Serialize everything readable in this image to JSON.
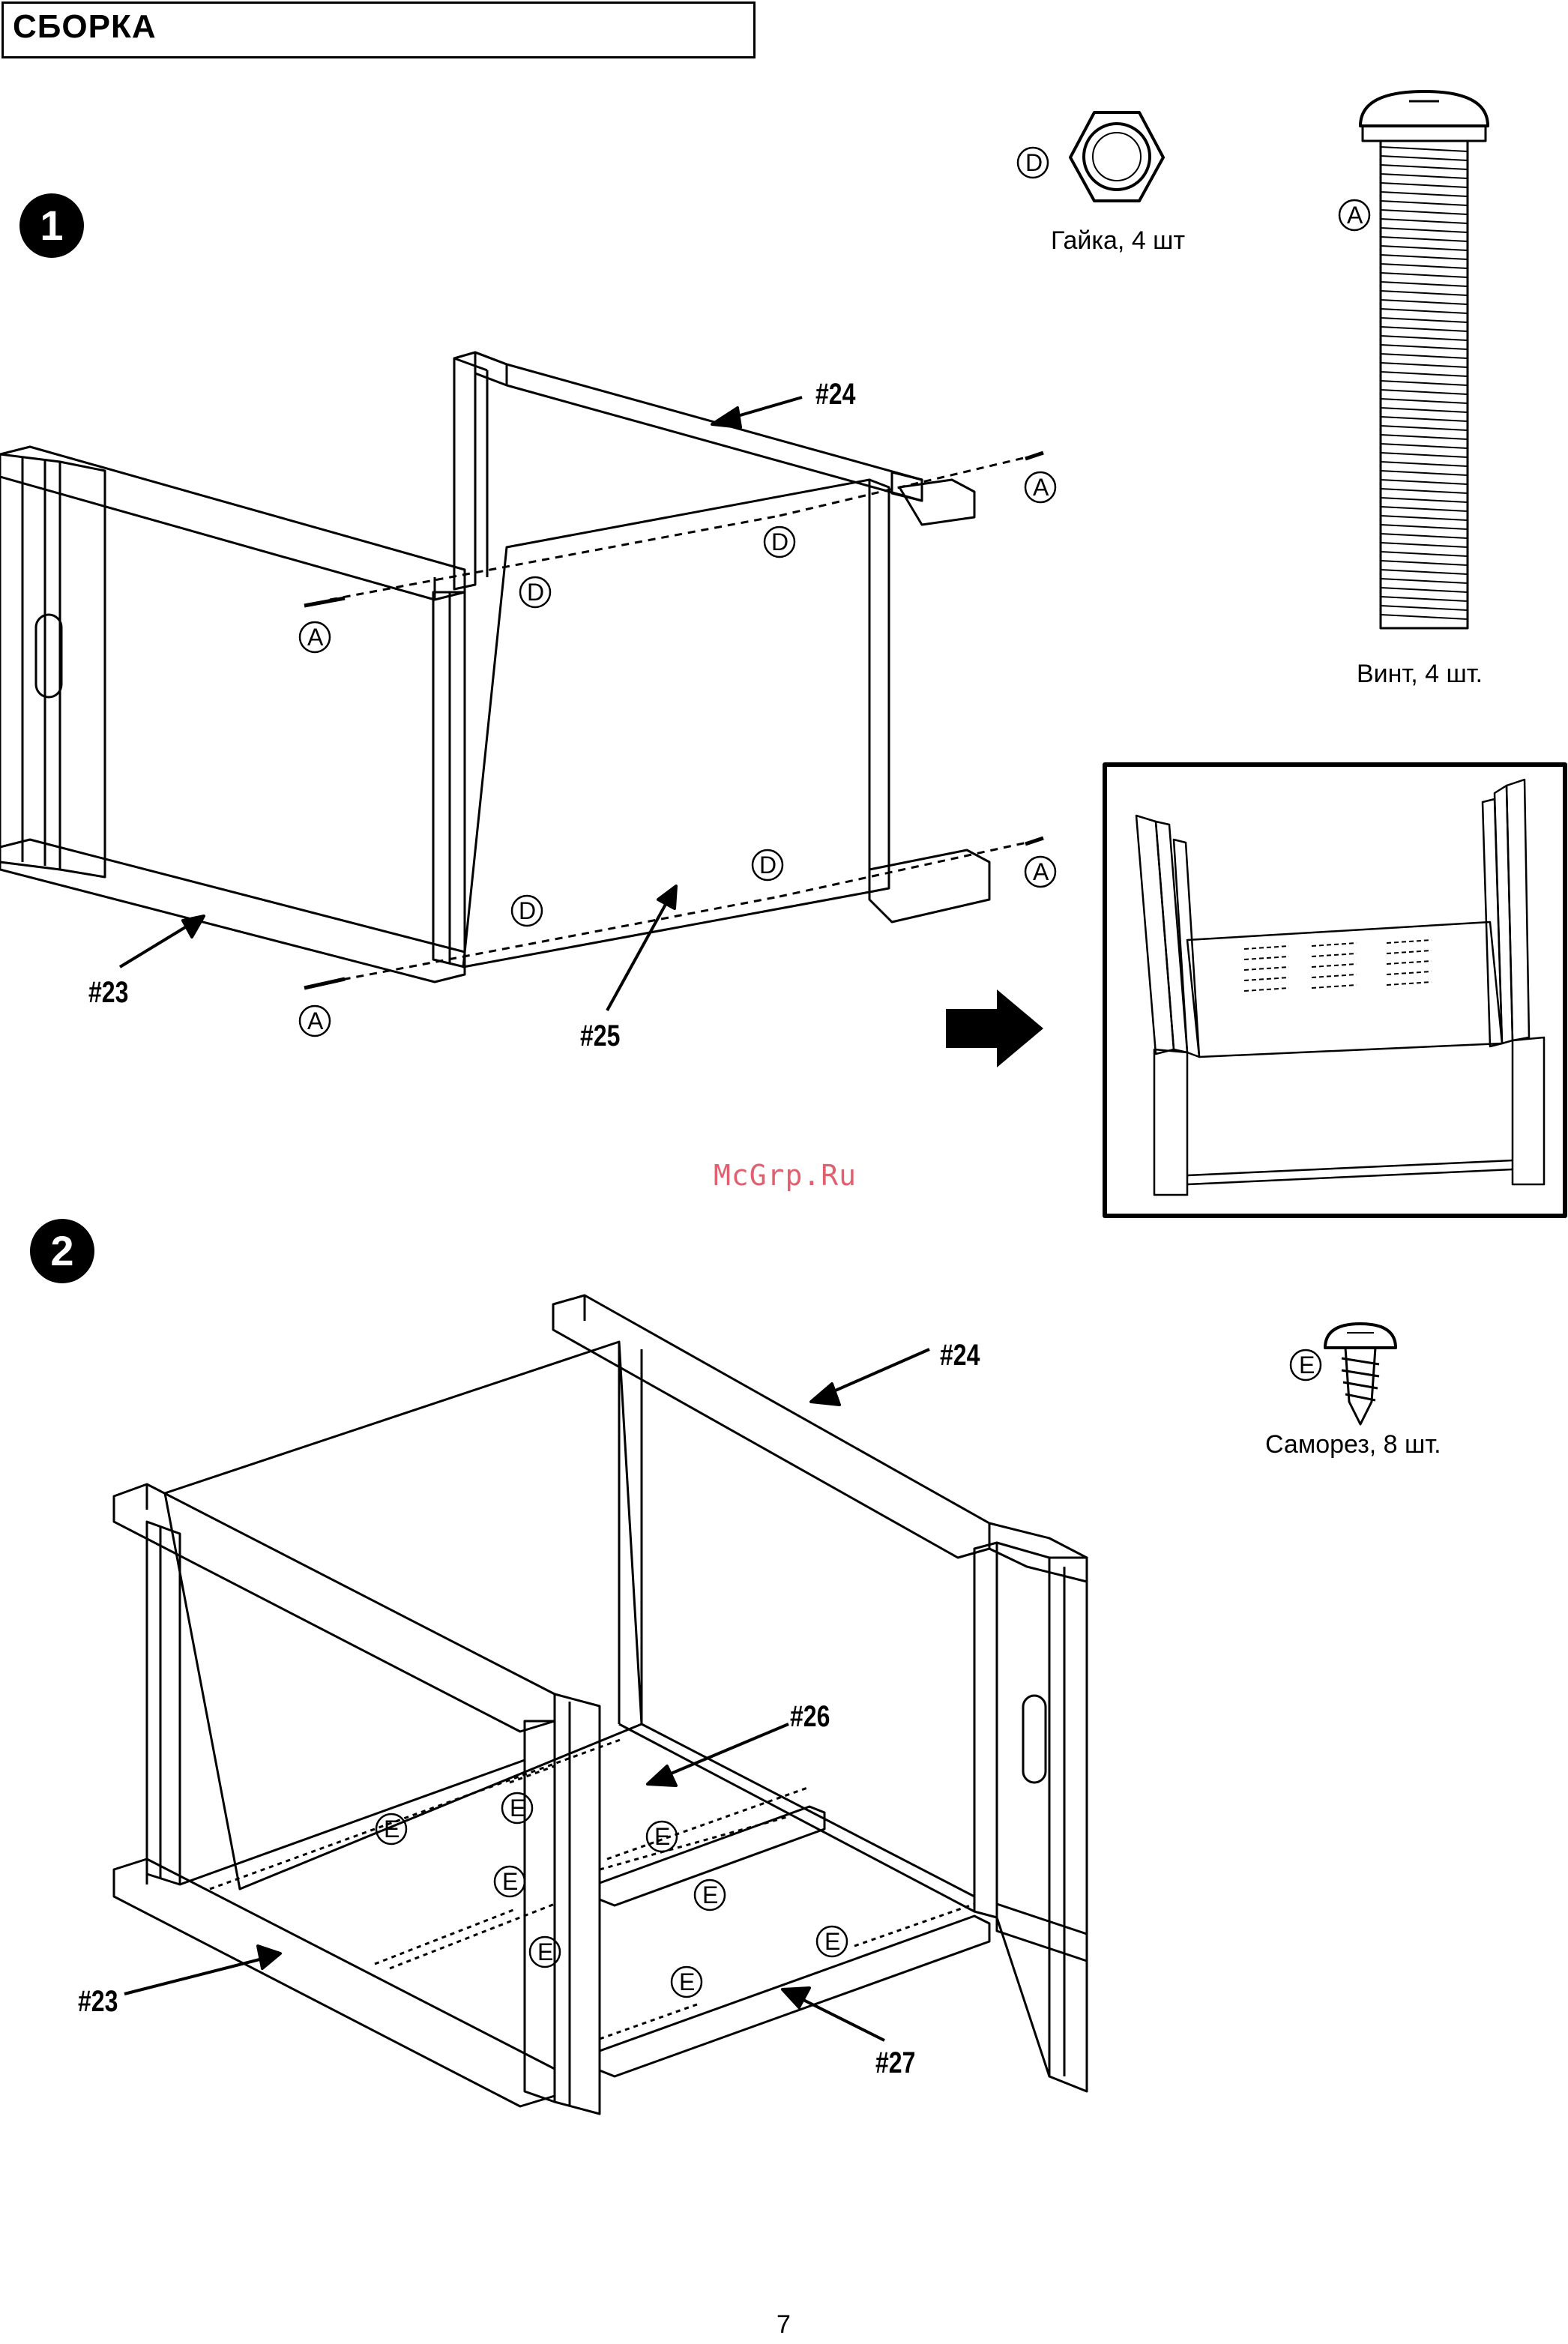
{
  "header": {
    "title": "СБОРКА"
  },
  "steps": {
    "step1": "1",
    "step2": "2"
  },
  "hardware": {
    "nut": {
      "letter": "D",
      "caption": "Гайка, 4 шт"
    },
    "bolt": {
      "letter": "A",
      "caption": "Винт, 4 шт."
    },
    "screw": {
      "letter": "E",
      "caption": "Саморез, 8 шт."
    }
  },
  "step1_labels": {
    "p24": "#24",
    "p23": "#23",
    "p25": "#25"
  },
  "step2_labels": {
    "p24": "#24",
    "p26": "#26",
    "p23": "#23",
    "p27": "#27"
  },
  "callouts": {
    "A": "A",
    "D": "D",
    "E": "E"
  },
  "watermark": "McGrp.Ru",
  "page_number": "7",
  "colors": {
    "ink": "#000000",
    "watermark": "#e06070"
  }
}
